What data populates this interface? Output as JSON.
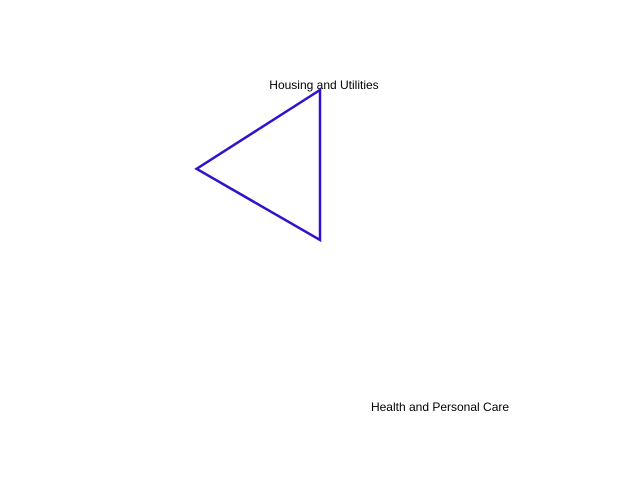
{
  "chart_data": {
    "type": "radar",
    "axes": [
      "Housing and Utilities",
      "Health and Personal Care"
    ],
    "series": [
      {
        "values": [
          1.0,
          0.0,
          0.95
        ]
      }
    ],
    "series_color": "#3311cc",
    "grid": false,
    "legend": "none"
  }
}
